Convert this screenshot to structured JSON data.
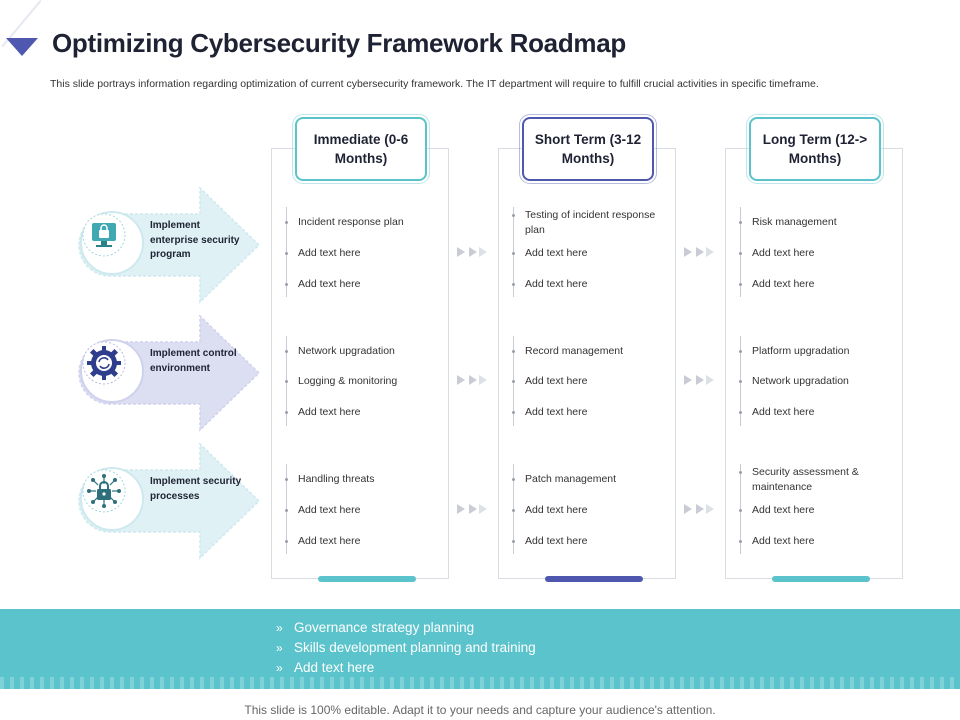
{
  "title": "Optimizing Cybersecurity Framework Roadmap",
  "subtitle": "This slide portrays information regarding optimization of current cybersecurity framework. The IT department will require to fulfill crucial activities in specific timeframe.",
  "rows": [
    {
      "label": "Implement enterprise security program",
      "icon": "monitor-lock-icon"
    },
    {
      "label": "Implement control environment",
      "icon": "gear-sync-icon"
    },
    {
      "label": "Implement security processes",
      "icon": "lock-network-icon"
    }
  ],
  "columns": [
    {
      "header": "Immediate (0-6 Months)",
      "cells": [
        [
          "Incident response plan",
          "Add text here",
          "Add text here"
        ],
        [
          "Network upgradation",
          "Logging & monitoring",
          "Add text here"
        ],
        [
          "Handling threats",
          "Add text here",
          "Add text here"
        ]
      ]
    },
    {
      "header": "Short Term (3-12 Months)",
      "cells": [
        [
          "Testing of incident response plan",
          "Add text here",
          "Add text here"
        ],
        [
          "Record management",
          "Add text here",
          "Add text here"
        ],
        [
          "Patch management",
          "Add text here",
          "Add text here"
        ]
      ]
    },
    {
      "header": "Long Term (12-> Months)",
      "cells": [
        [
          "Risk management",
          "Add text here",
          "Add text here"
        ],
        [
          "Platform upgradation",
          "Network upgradation",
          "Add text here"
        ],
        [
          "Security assessment & maintenance",
          "Add text here",
          "Add text here"
        ]
      ]
    }
  ],
  "band": {
    "marker": "»",
    "items": [
      "Governance strategy planning",
      "Skills development planning and training",
      "Add text here"
    ]
  },
  "footer": "This slide is 100% editable. Adapt it to your needs and capture your audience's attention.",
  "colors": {
    "teal": "#5bc3cb",
    "navy": "#4e58ae",
    "light_teal": "#dff1f4",
    "light_lavender": "#dcdef2"
  }
}
